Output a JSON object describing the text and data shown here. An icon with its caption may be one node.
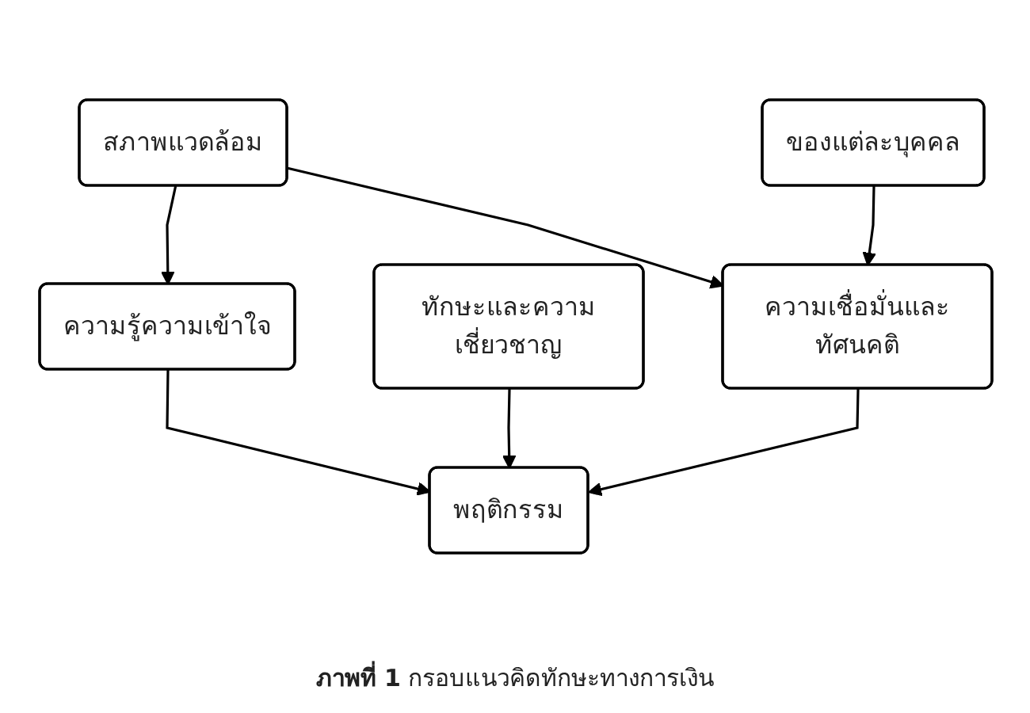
{
  "diagram": {
    "caption": "**ภาพที่ 1** กรอบแนวคิดทักษะทางการเงิน",
    "nodes": [
      {
        "text": [
          "สภาพแวดล้อม"
        ]
      },
      {
        "text": [
          "ของแต่ละบุคคล"
        ]
      },
      {
        "text": [
          "ความรู้ความเข้าใจ"
        ]
      },
      {
        "text": [
          "ทักษะและความเชี่ยวชาญ"
        ]
      },
      {
        "text": [
          "ความเชื่อมั่นและทัศนคติ"
        ]
      },
      {
        "text": [
          "พฤติกรรม"
        ]
      }
    ],
    "edges": [
      {
        "from": 0,
        "to": 2,
        "arrow": "to"
      },
      {
        "from": 0,
        "to": 4,
        "arrow": "to"
      },
      {
        "from": 1,
        "to": 4,
        "arrow": "to"
      },
      {
        "from": 2,
        "to": 5,
        "arrow": "to"
      },
      {
        "from": 3,
        "to": 5,
        "arrow": "to"
      },
      {
        "from": 4,
        "to": 5,
        "arrow": "to"
      }
    ]
  }
}
